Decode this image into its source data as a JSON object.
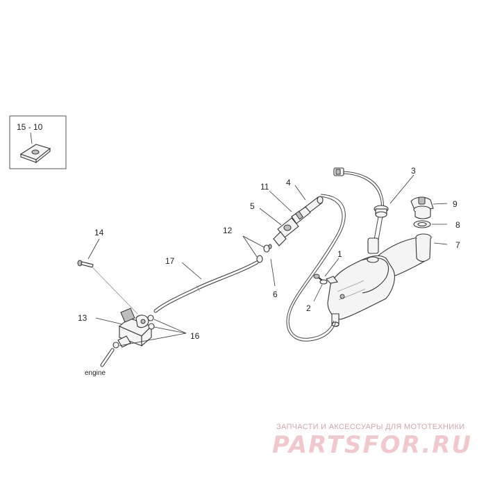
{
  "inset": {
    "label": "15 - 10"
  },
  "callouts": [
    "1",
    "2",
    "3",
    "4",
    "5",
    "6",
    "7",
    "8",
    "9",
    "11",
    "12",
    "13",
    "14",
    "16",
    "17"
  ],
  "engine_label": "engine",
  "watermark": {
    "tagline": "ЗАПЧАСТИ И АКСЕССУАРЫ ДЛЯ МОТОТЕХНИКИ",
    "logo": "PARTSFOR.RU"
  }
}
